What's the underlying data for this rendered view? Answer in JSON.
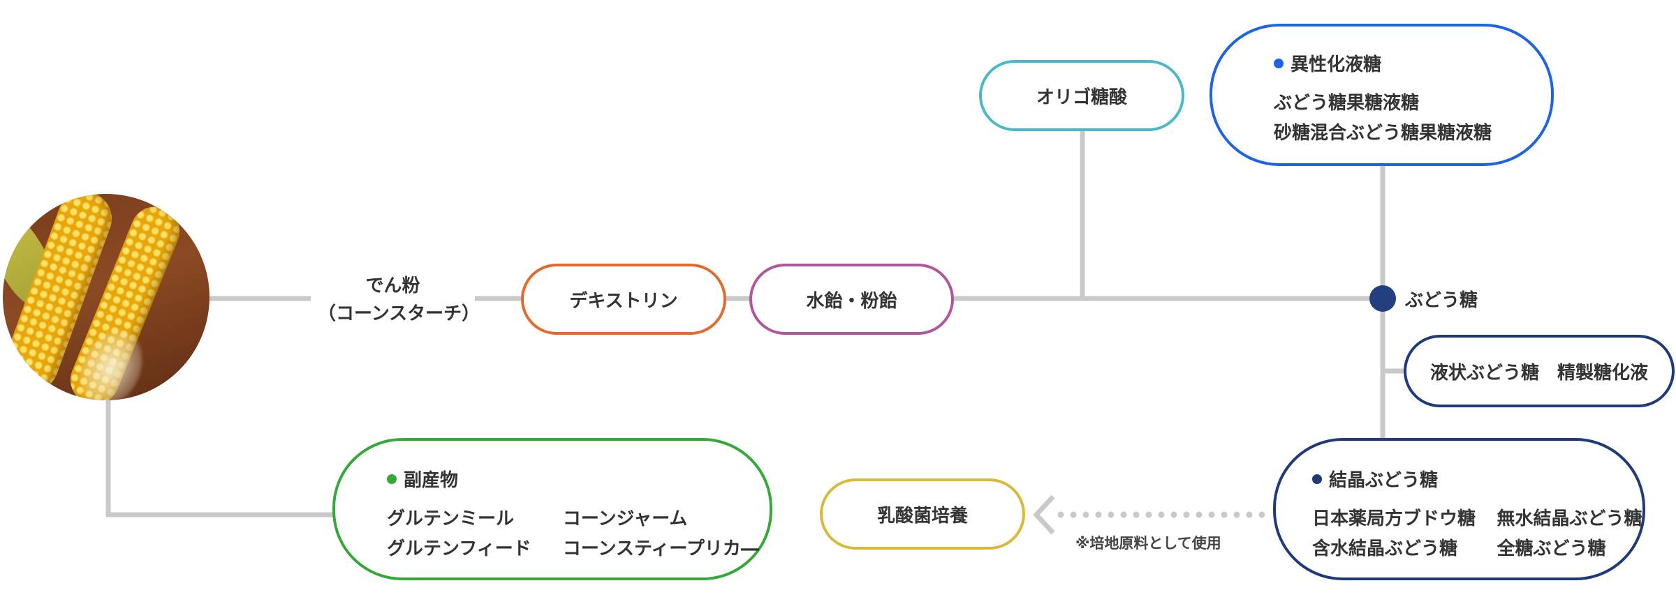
{
  "colors": {
    "line": "#c9c9c9",
    "orange": "#e26a2c",
    "purple": "#b0569c",
    "teal": "#49b8c8",
    "blue": "#1e63e6",
    "navy": "#1f3a7a",
    "green": "#36a83a",
    "yellow": "#d9b93a",
    "dot_navy": "#233f80"
  },
  "starch": {
    "line1": "でん粉",
    "line2": "（コーンスターチ）"
  },
  "dextrin": {
    "label": "デキストリン"
  },
  "syrup": {
    "label": "水飴・粉飴"
  },
  "oligo": {
    "label": "オリゴ糖酸"
  },
  "hfcs": {
    "heading": "異性化液糖",
    "items": [
      "ぶどう糖果糖液糖",
      "砂糖混合ぶどう糖果糖液糖"
    ]
  },
  "glucose": {
    "label": "ぶどう糖"
  },
  "liquid_glucose": {
    "label": "液状ぶどう糖　精製糖化液"
  },
  "crystal_glucose": {
    "heading": "結晶ぶどう糖",
    "items": [
      "日本薬局方ブドウ糖",
      "無水結晶ぶどう糖",
      "含水結晶ぶどう糖",
      "全糖ぶどう糖"
    ]
  },
  "lactic": {
    "label": "乳酸菌培養"
  },
  "note": {
    "label": "※培地原料として使用"
  },
  "byproducts": {
    "heading": "副産物",
    "items": [
      "グルテンミール",
      "コーンジャーム",
      "グルテンフィード",
      "コーンスティープリカ―"
    ]
  }
}
